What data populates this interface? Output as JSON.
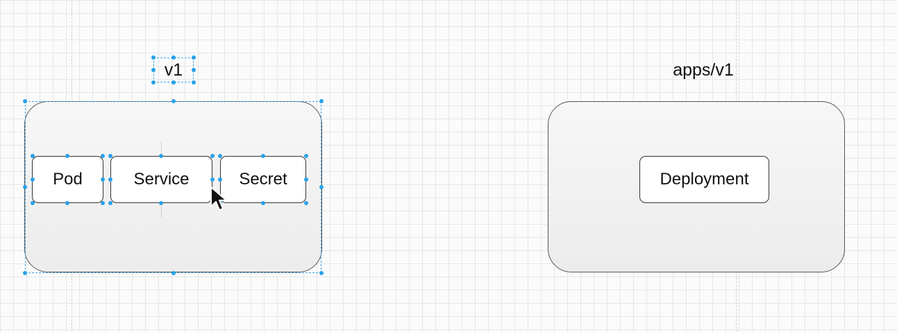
{
  "diagram": {
    "groups": [
      {
        "id": "core",
        "label": "v1",
        "items": [
          "Pod",
          "Service",
          "Secret"
        ],
        "selected": true
      },
      {
        "id": "apps",
        "label": "apps/v1",
        "items": [
          "Deployment"
        ],
        "selected": false
      }
    ]
  },
  "colors": {
    "selection": "#29a1e8",
    "container_border": "#555555",
    "grid": "#e6e6e6"
  },
  "cursor": "arrow-pointer"
}
